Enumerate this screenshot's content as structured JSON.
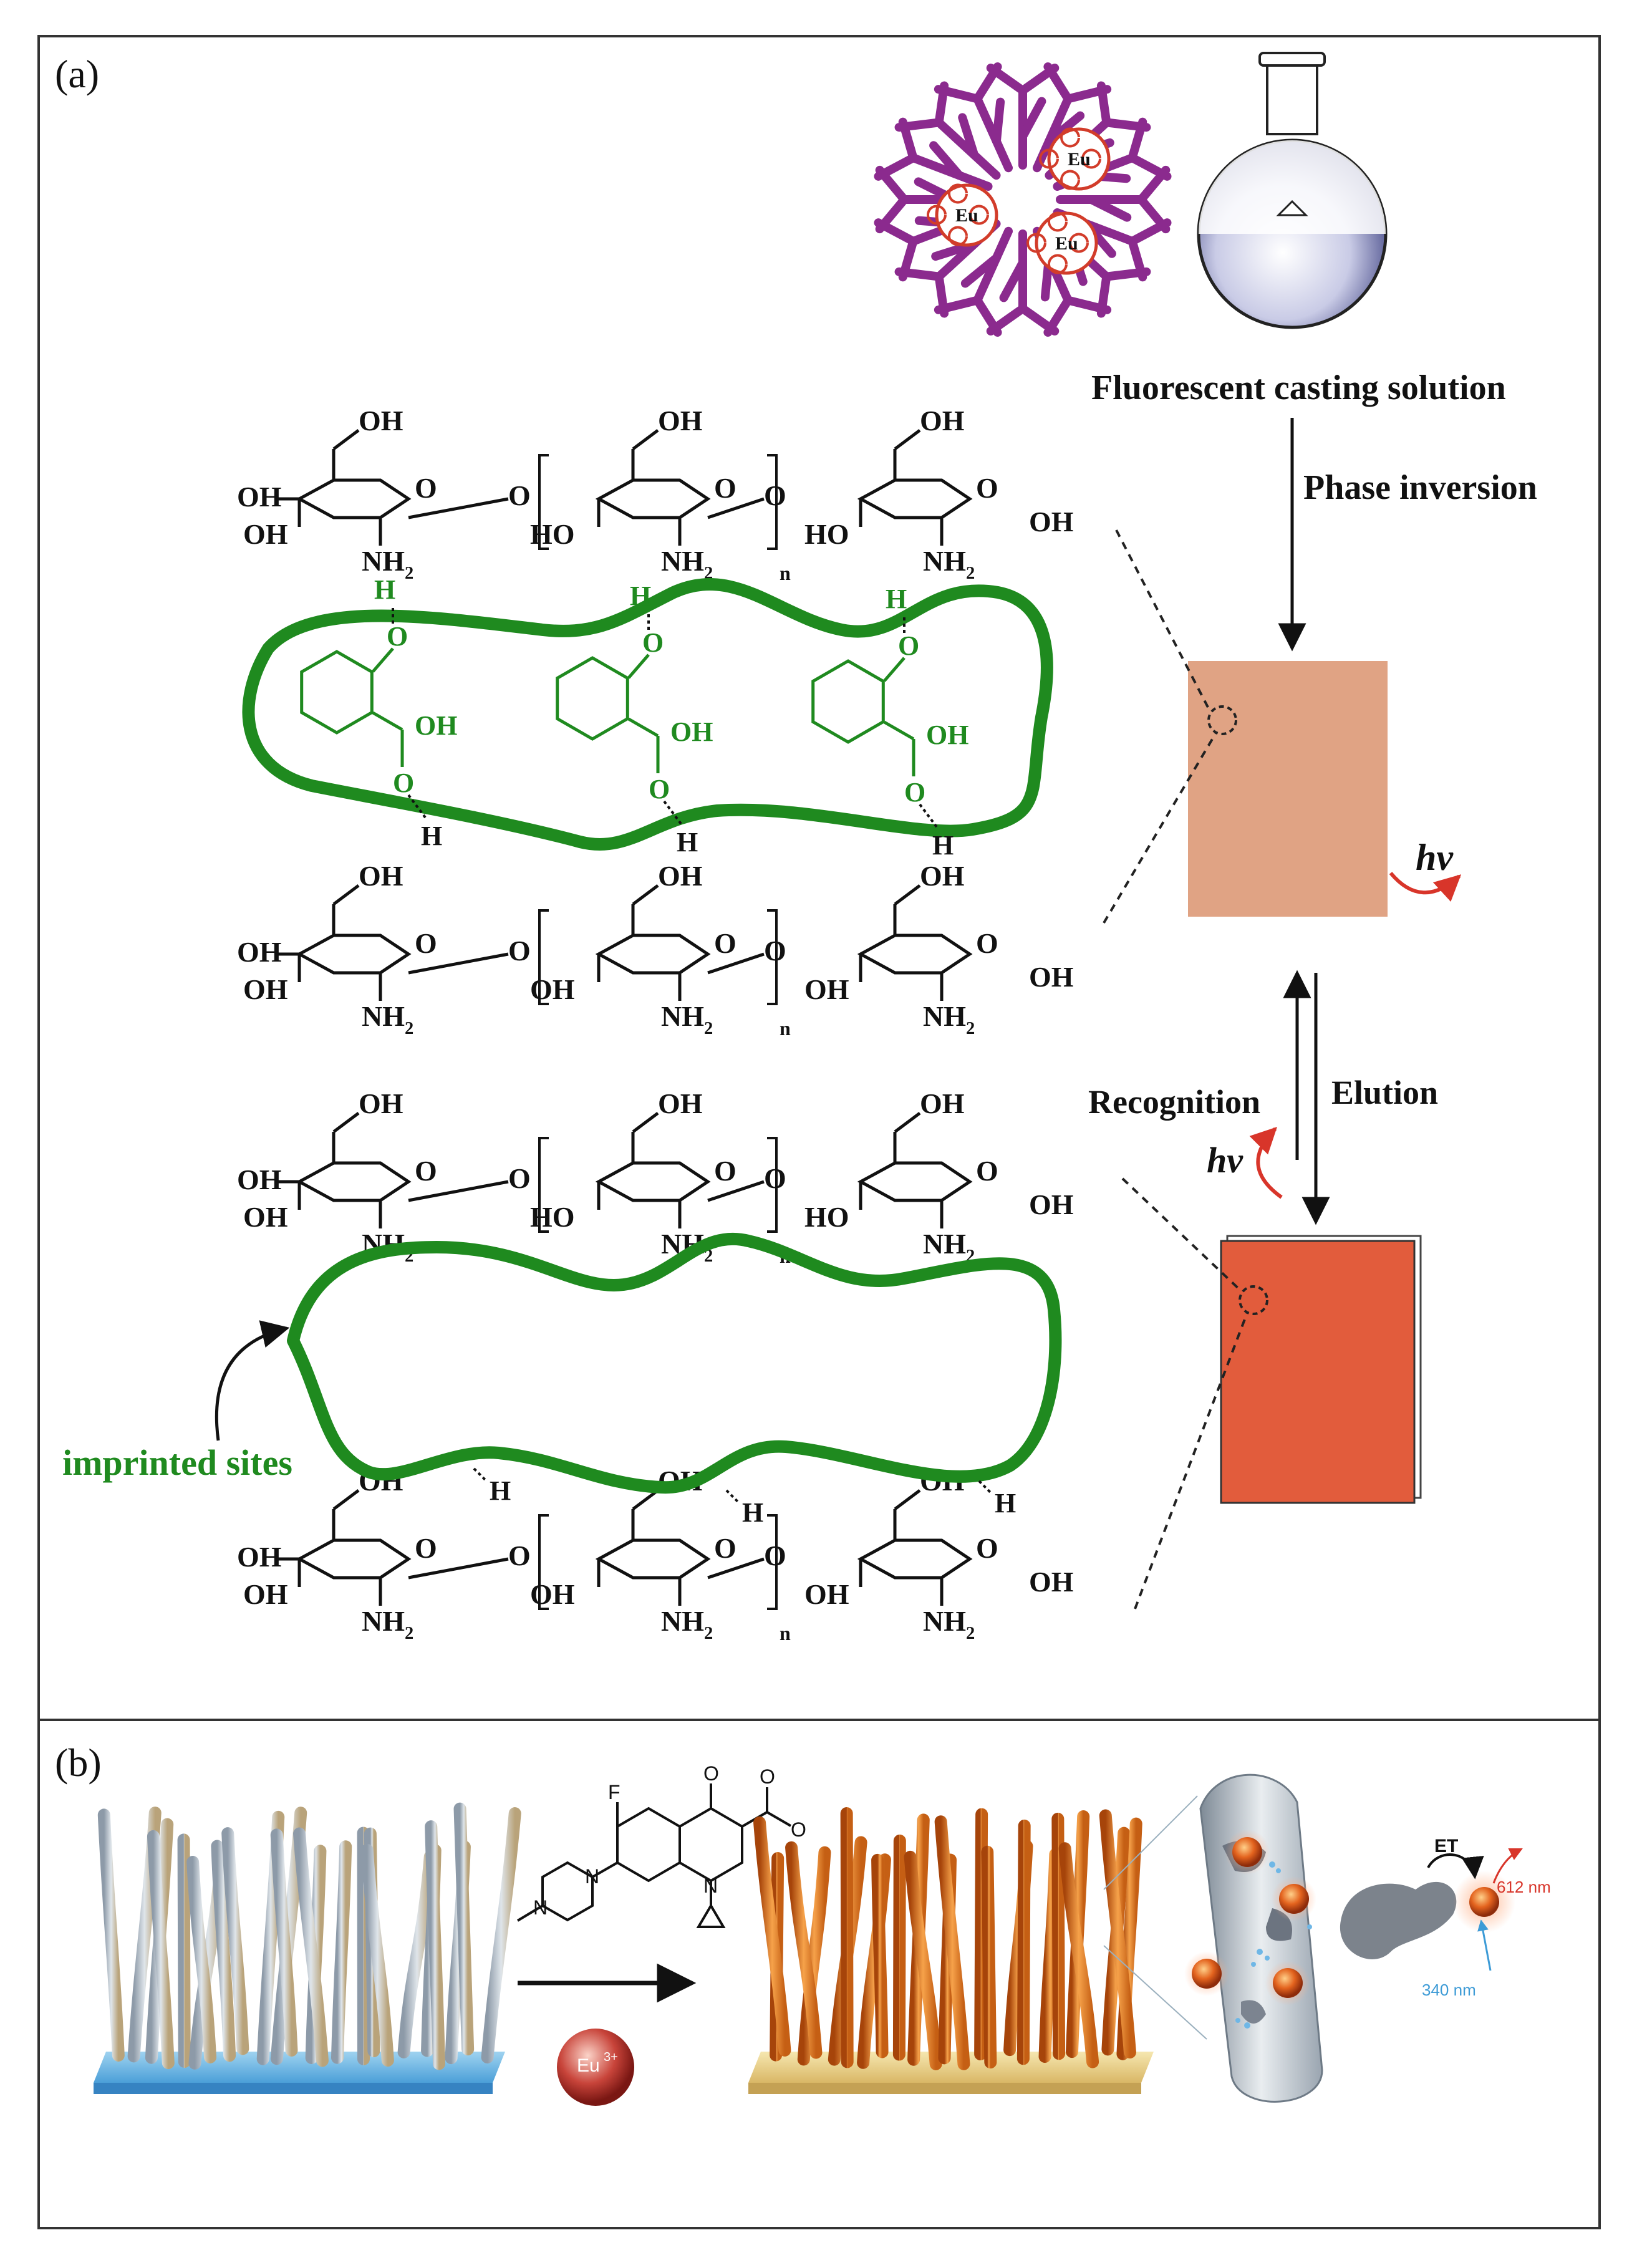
{
  "panel_a": {
    "label": "(a)",
    "casting_solution": "Fluorescent casting solution",
    "phase_inversion": "Phase inversion",
    "recognition": "Recognition",
    "elution": "Elution",
    "hv": "hv",
    "imprinted_sites": "imprinted sites",
    "eu": "Eu",
    "oh": "OH",
    "ho": "HO",
    "o": "O",
    "h": "H",
    "nh2": "NH",
    "sub2": "2",
    "n": "n",
    "colors": {
      "green": "#1f8a1f",
      "membrane_before": "#e0a384",
      "membrane_after": "#e25c3c",
      "purple": "#8b2a8e",
      "arrow_red": "#d8352a"
    }
  },
  "panel_b": {
    "label": "(b)",
    "eu_ion": "Eu",
    "eu_charge": "3+",
    "et": "ET",
    "emission": "612 nm",
    "excitation": "340 nm",
    "f": "F",
    "n_atom": "N",
    "o_atom": "O"
  }
}
